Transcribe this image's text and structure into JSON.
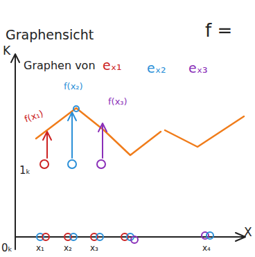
{
  "diagram": {
    "title": "Graphensicht",
    "labels": [
      "K",
      "Graphen von",
      "eₓ₁",
      "eₓ₂",
      "eₓ₃",
      "f =",
      "f(x₂)",
      "f(x₁)",
      "f(x₃)",
      "1ₖ",
      "0ₖ",
      "X",
      "x₁",
      "x₂",
      "x₃",
      "x₄"
    ]
  }
}
